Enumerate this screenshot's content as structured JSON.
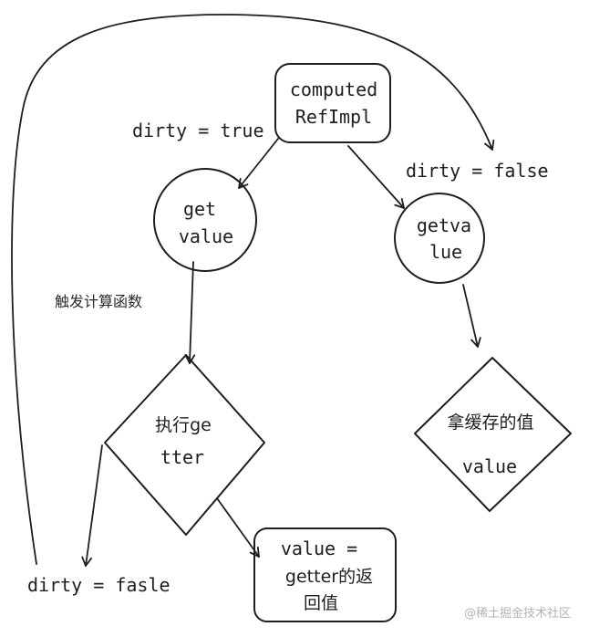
{
  "nodes": {
    "computed_refimpl": {
      "line1": "computed",
      "line2": "RefImpl"
    },
    "get_value_left": {
      "line1": "get",
      "line2": "value"
    },
    "getvalue_right": {
      "line1": "getva",
      "line2": "lue"
    },
    "exec_getter": {
      "line1": "执行ge",
      "line2": "tter"
    },
    "cached_value": {
      "line1": "拿缓存的值",
      "line2": "value"
    },
    "value_equals_getter": {
      "line1": "value =",
      "line2": "getter的返",
      "line3": "回值"
    }
  },
  "labels": {
    "dirty_true": "dirty = true",
    "dirty_false": "dirty = false",
    "trigger_compute": "触发计算函数",
    "dirty_fasle": "dirty = fasle"
  },
  "watermark": "@稀土掘金技术社区"
}
